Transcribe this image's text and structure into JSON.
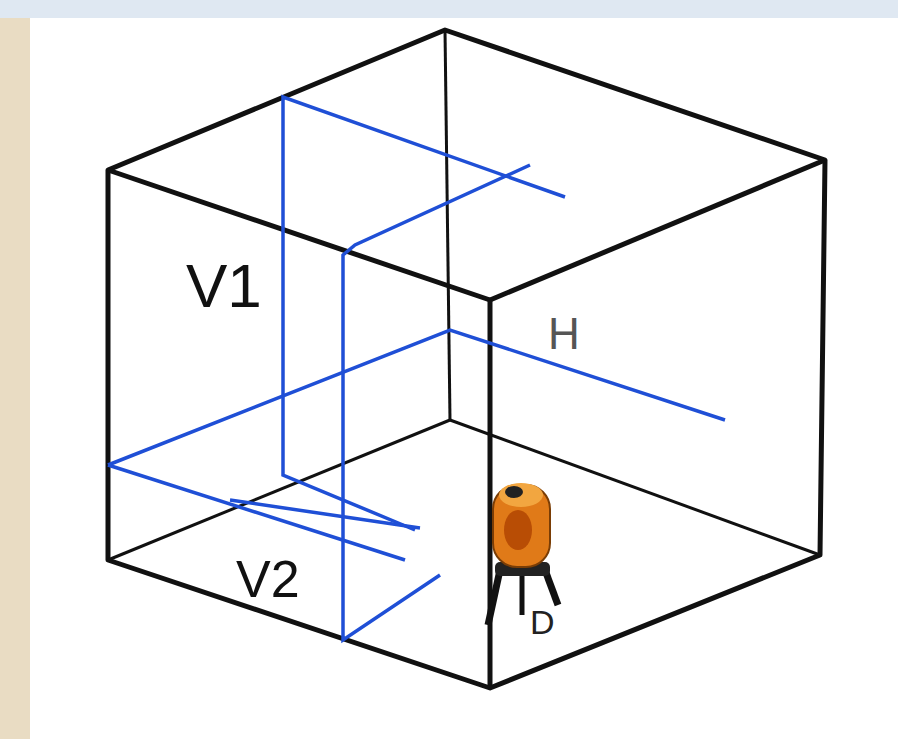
{
  "diagram": {
    "labels": [
      "V1",
      "V2",
      "H",
      "D"
    ]
  }
}
